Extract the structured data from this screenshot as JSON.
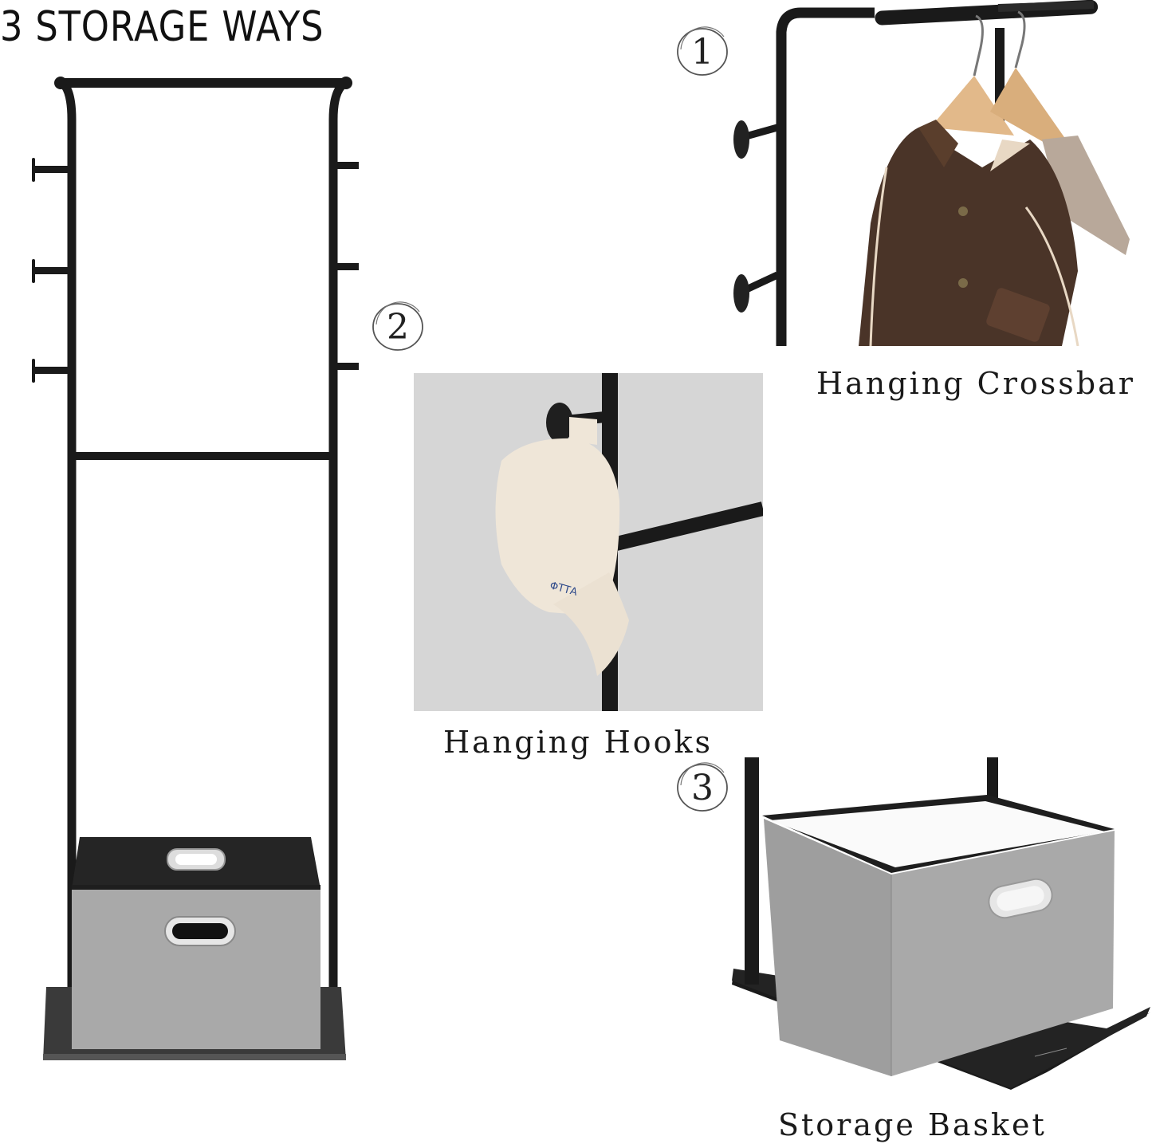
{
  "header": {
    "title": "3 STORAGE WAYS"
  },
  "features": [
    {
      "number": "1",
      "badge": "①",
      "caption": "Hanging Crossbar"
    },
    {
      "number": "2",
      "badge": "②",
      "caption": "Hanging Hooks"
    },
    {
      "number": "3",
      "badge": "③",
      "caption": "Storage Basket"
    }
  ],
  "colors": {
    "frame": "#1a1a1a",
    "basket_gray": "#a9a9a9",
    "basket_inner": "#2a2a2a",
    "base_marble": "#2b2b2b",
    "hooks_panel_bg": "#d6d6d6",
    "jacket_brown": "#4a3428",
    "hanger_wood": "#e2b98a",
    "cap_cream": "#efe6d8"
  }
}
